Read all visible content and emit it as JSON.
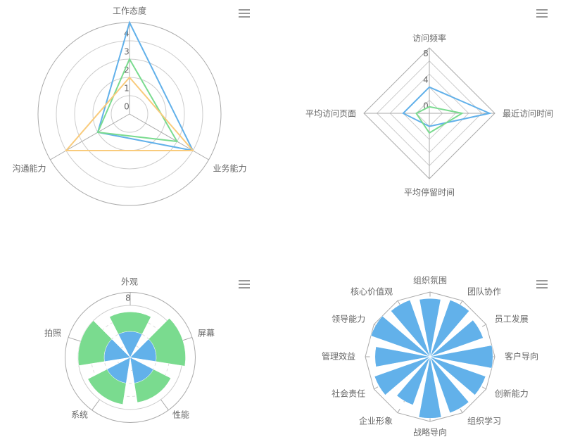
{
  "colors": {
    "blue": "#62b1ea",
    "green": "#7adb8f",
    "orange": "#f9cb7c",
    "axis": "#aaaaaa",
    "split": "#cccccc",
    "text": "#666666"
  },
  "toolbox": {
    "menu_icon": "hamburger-menu-icon"
  },
  "chart_data": [
    {
      "type": "radar",
      "shape": "circle",
      "indicators": [
        "工作态度",
        "业务能力",
        "沟通能力"
      ],
      "max": 5,
      "tick_labels": [
        "0",
        "1",
        "2",
        "3",
        "4"
      ],
      "series": [
        {
          "color": "blue",
          "values": [
            5,
            4,
            2
          ]
        },
        {
          "color": "green",
          "values": [
            3,
            3,
            2
          ]
        },
        {
          "color": "orange",
          "values": [
            2,
            4,
            4
          ]
        }
      ]
    },
    {
      "type": "radar",
      "shape": "polygon",
      "indicators": [
        "访问频率",
        "最近访问时间",
        "平均停留时间",
        "平均访问页面"
      ],
      "max": 10,
      "tick_labels": [
        "0",
        "4",
        "8"
      ],
      "series": [
        {
          "color": "blue",
          "values": [
            4,
            9.2,
            2,
            4
          ]
        },
        {
          "color": "green",
          "values": [
            1,
            5,
            3,
            2
          ]
        }
      ]
    },
    {
      "type": "bar",
      "coordinate": "polar",
      "stacked": true,
      "categories": [
        "外观",
        "屏幕",
        "性能",
        "系统",
        "拍照"
      ],
      "max": 10,
      "tick_label": "8",
      "series": [
        {
          "color": "blue",
          "values": [
            4,
            4,
            4,
            4,
            4
          ]
        },
        {
          "color": "green",
          "values": [
            3,
            4.5,
            3,
            3.3,
            4
          ]
        }
      ]
    },
    {
      "type": "bar",
      "coordinate": "polar",
      "categories": [
        "组织氛围",
        "团队协作",
        "员工发展",
        "客户导向",
        "创新能力",
        "组织学习",
        "战略导向",
        "企业形象",
        "社会责任",
        "管理效益",
        "领导能力",
        "核心价值观"
      ],
      "max": 100,
      "series": [
        {
          "color": "blue",
          "values": [
            90,
            93,
            87,
            97,
            91,
            92,
            95,
            79,
            91,
            85,
            97,
            93
          ]
        }
      ]
    }
  ]
}
